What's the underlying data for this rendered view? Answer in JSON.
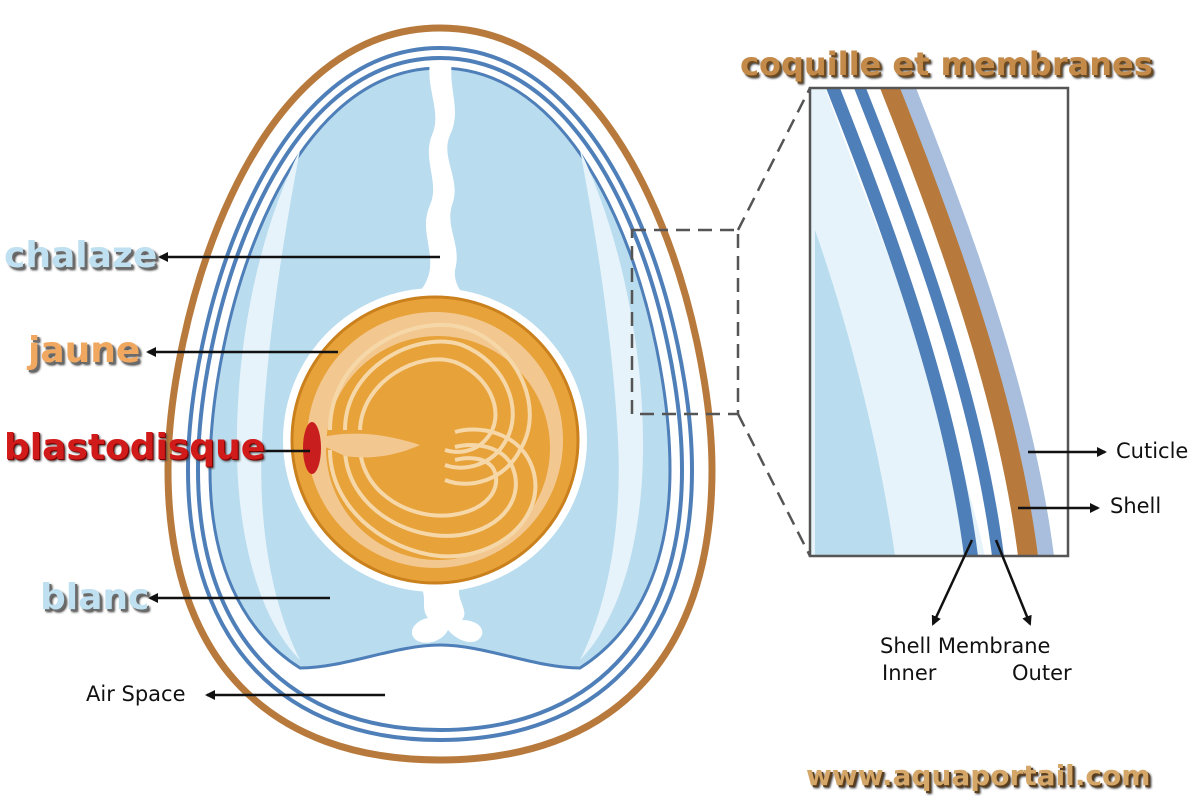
{
  "labels": {
    "chalaze": "chalaze",
    "jaune": "jaune",
    "blastodisque": "blastodisque",
    "blanc": "blanc",
    "air_space": "Air Space",
    "zoom_title": "coquille et membranes",
    "cuticle": "Cuticle",
    "shell": "Shell",
    "shell_membrane_line1": "Shell Membrane",
    "inner": "Inner",
    "outer": "Outer"
  },
  "watermark": "www.aquaportail.com",
  "colors": {
    "shell_brown": "#b87a3c",
    "membrane_blue": "#4f7fb8",
    "albumen_blue": "#b9dcef",
    "albumen_light": "#e6f3fa",
    "yolk_orange": "#e8a23a",
    "yolk_light": "#f3c890",
    "blastodisc_red": "#c81e1e",
    "label_blue": "#bfe0f0",
    "label_orange": "#f0a860",
    "label_red": "#d11a1a",
    "title_brown": "#c48a4a"
  }
}
